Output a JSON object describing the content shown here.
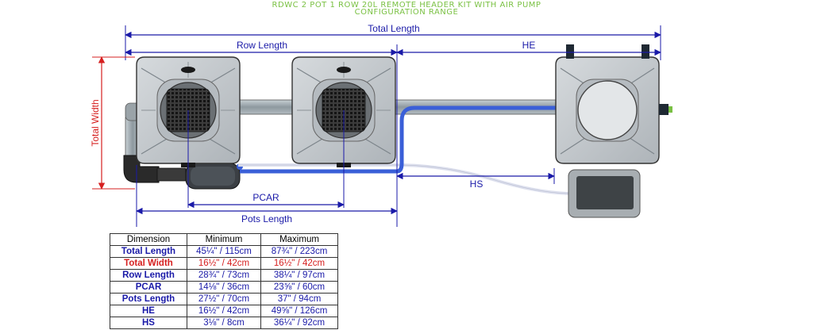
{
  "title": {
    "line1": "RDWC 2 POT 1 ROW 20L REMOTE HEADER KIT WITH AIR PUMP",
    "line2": "CONFIGURATION RANGE"
  },
  "labels": {
    "total_length": "Total Length",
    "row_length": "Row Length",
    "he": "HE",
    "total_width": "Total Width",
    "hs": "HS",
    "pcar": "PCAR",
    "pots_length": "Pots Length"
  },
  "colors": {
    "title": "#7ac143",
    "dimension": "#1a1aa8",
    "width_dimension": "#d62020",
    "pot": "#c8ccd0",
    "pipe": "#a9b2b8",
    "water_tube": "#3a5fd8",
    "air_tube": "#dde0ee"
  },
  "table": {
    "headers": [
      "Dimension",
      "Minimum",
      "Maximum"
    ],
    "rows": [
      {
        "dimension": "Total Length",
        "minimum": "45¼\" / 115cm",
        "maximum": "87¾\" / 223cm",
        "highlight": false
      },
      {
        "dimension": "Total Width",
        "minimum": "16½\" / 42cm",
        "maximum": "16½\" / 42cm",
        "highlight": true
      },
      {
        "dimension": "Row Length",
        "minimum": "28¾\" / 73cm",
        "maximum": "38¼\" / 97cm",
        "highlight": false
      },
      {
        "dimension": "PCAR",
        "minimum": "14⅛\" / 36cm",
        "maximum": "23⅝\" / 60cm",
        "highlight": false
      },
      {
        "dimension": "Pots Length",
        "minimum": "27½\" / 70cm",
        "maximum": "37\" / 94cm",
        "highlight": false
      },
      {
        "dimension": "HE",
        "minimum": "16½\" / 42cm",
        "maximum": "49⅝\" / 126cm",
        "highlight": false
      },
      {
        "dimension": "HS",
        "minimum": "3⅛\" / 8cm",
        "maximum": "36¼\" / 92cm",
        "highlight": false
      }
    ]
  }
}
